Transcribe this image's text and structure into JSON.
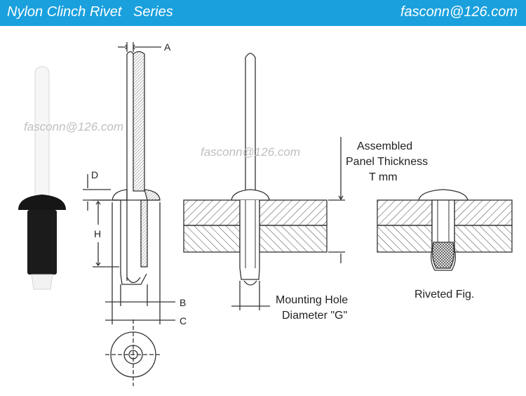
{
  "header": {
    "title": "Nylon Clinch Rivet   Series",
    "email": "fasconn@126.com"
  },
  "watermarks": [
    "fasconn@126.com",
    "fasconn@126.com"
  ],
  "dimension_labels": {
    "a": "A",
    "b": "B",
    "c": "C",
    "d": "D",
    "h": "H"
  },
  "notes": {
    "assembled_line1": "Assembled",
    "assembled_line2": "Panel Thickness",
    "assembled_line3": "T mm",
    "hole_line1": "Mounting Hole",
    "hole_line2": "Diameter \"G\"",
    "riveted": "Riveted Fig."
  },
  "colors": {
    "header_bg": "#1aa0dd",
    "header_text": "#ffffff",
    "line": "#333333",
    "rivet_body": "#1a1a1a",
    "rivet_pin": "#f4f4f4"
  }
}
